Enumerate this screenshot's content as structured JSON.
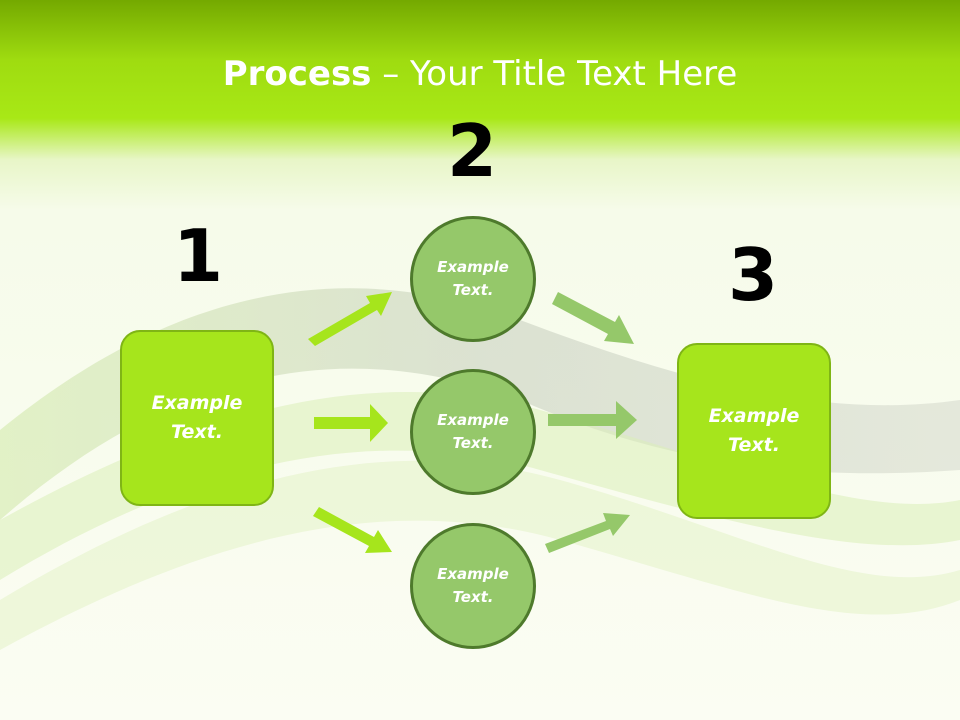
{
  "title": {
    "bold": "Process",
    "rest": " – Your Title Text Here"
  },
  "steps": {
    "one": "1",
    "two": "2",
    "three": "3"
  },
  "boxes": {
    "left": "Example\nText.",
    "right": "Example\nText."
  },
  "circles": {
    "top": "Example\nText.",
    "middle": "Example\nText.",
    "bottom": "Example\nText."
  },
  "colors": {
    "header": "#9fdc10",
    "box_fill": "#a6e51c",
    "circle_fill": "#95c86a",
    "circle_border": "#4e7a2c",
    "arrow_bright": "#a6e51c",
    "arrow_muted": "#95c86a"
  }
}
